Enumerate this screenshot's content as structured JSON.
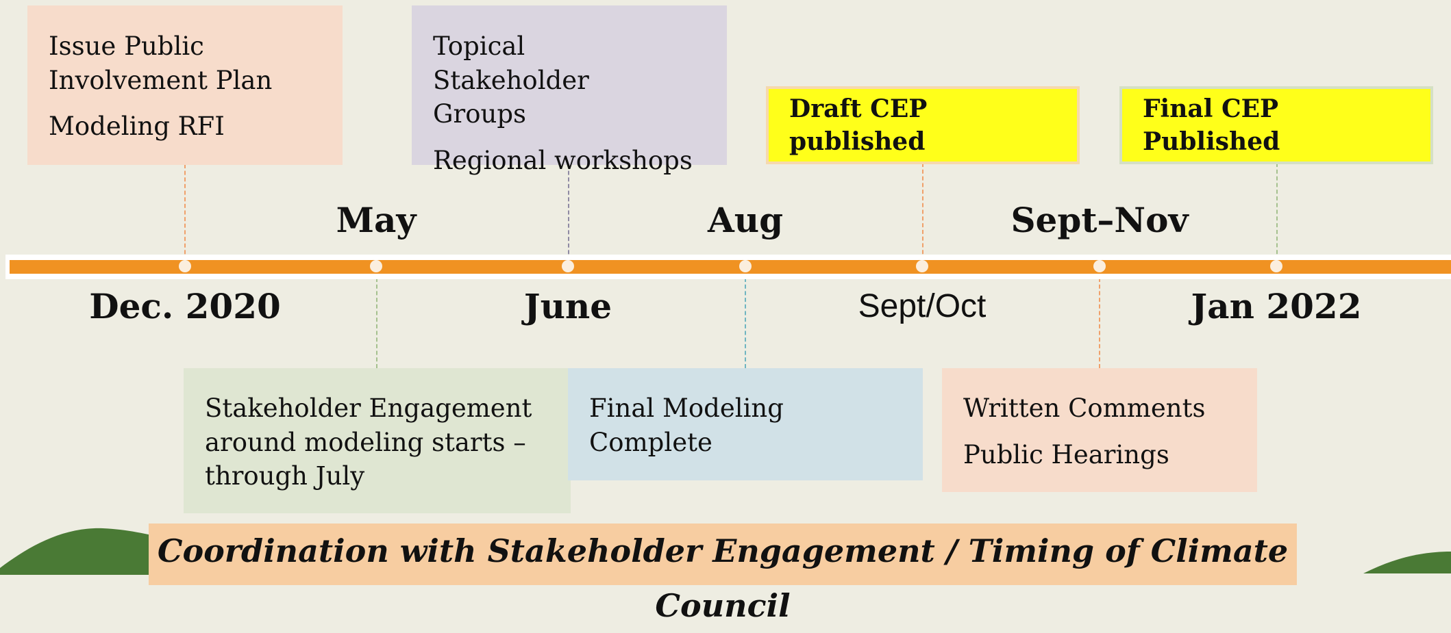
{
  "colors": {
    "background": "#eeede2",
    "timeline": "#f09222",
    "highlight": "#ffff1a",
    "hill": "#4a7a35"
  },
  "milestones": {
    "dec2020": "Dec. 2020",
    "may": "May",
    "june": "June",
    "aug": "Aug",
    "septoct": "Sept/Oct",
    "septnov": "Sept–Nov",
    "jan2022": "Jan 2022"
  },
  "events": {
    "issue_plan": "Issue Public Involvement Plan",
    "modeling_rfi": "Modeling RFI",
    "topical_groups": "Topical Stakeholder Groups",
    "regional_workshops": "Regional workshops",
    "draft_cep": "Draft CEP published",
    "final_cep": "Final CEP Published",
    "engagement": "Stakeholder Engagement around modeling starts – through July",
    "final_modeling": "Final Modeling Complete",
    "written_comments": "Written Comments",
    "public_hearings": "Public Hearings"
  },
  "banner": "Coordination with Stakeholder Engagement / Timing of Climate Council"
}
